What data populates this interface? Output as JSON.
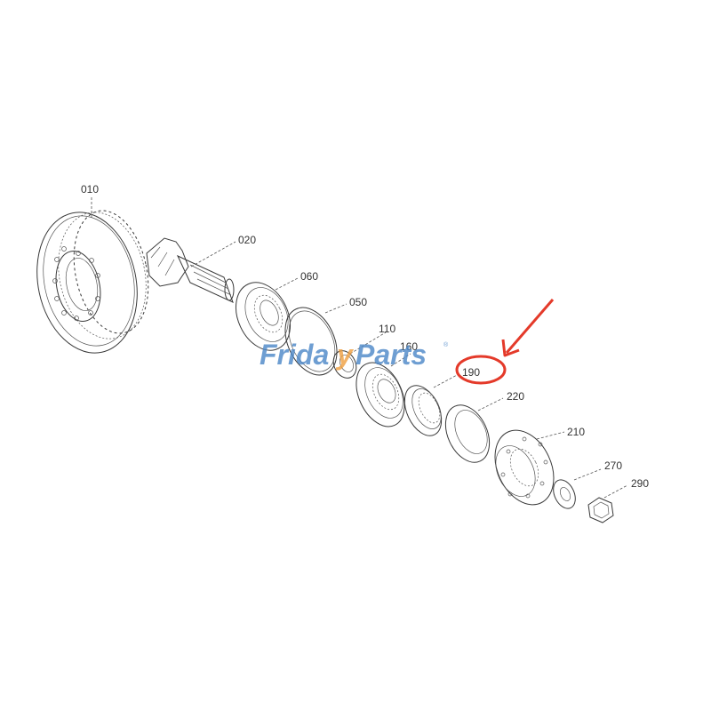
{
  "diagram": {
    "type": "exploded-parts-diagram",
    "parts": [
      {
        "id": "010",
        "label": "010",
        "name": "ring-gear"
      },
      {
        "id": "020",
        "label": "020",
        "name": "pinion-shaft"
      },
      {
        "id": "060",
        "label": "060",
        "name": "bearing"
      },
      {
        "id": "050",
        "label": "050",
        "name": "shim-ring"
      },
      {
        "id": "110",
        "label": "110",
        "name": "collar"
      },
      {
        "id": "160",
        "label": "160",
        "name": "bearing"
      },
      {
        "id": "190",
        "label": "190",
        "name": "oil-seal"
      },
      {
        "id": "220",
        "label": "220",
        "name": "seal-ring"
      },
      {
        "id": "210",
        "label": "210",
        "name": "coupling-flange"
      },
      {
        "id": "270",
        "label": "270",
        "name": "washer"
      },
      {
        "id": "290",
        "label": "290",
        "name": "nut"
      }
    ],
    "highlighted_part": "190"
  },
  "watermark": {
    "text_part1": "Frida",
    "text_part2": "y",
    "text_part3": "Parts",
    "registered": "®",
    "brand_color": "#4a86c8",
    "accent_color": "#f0a040"
  },
  "annotation": {
    "color": "#e43a2a",
    "target": "190"
  }
}
